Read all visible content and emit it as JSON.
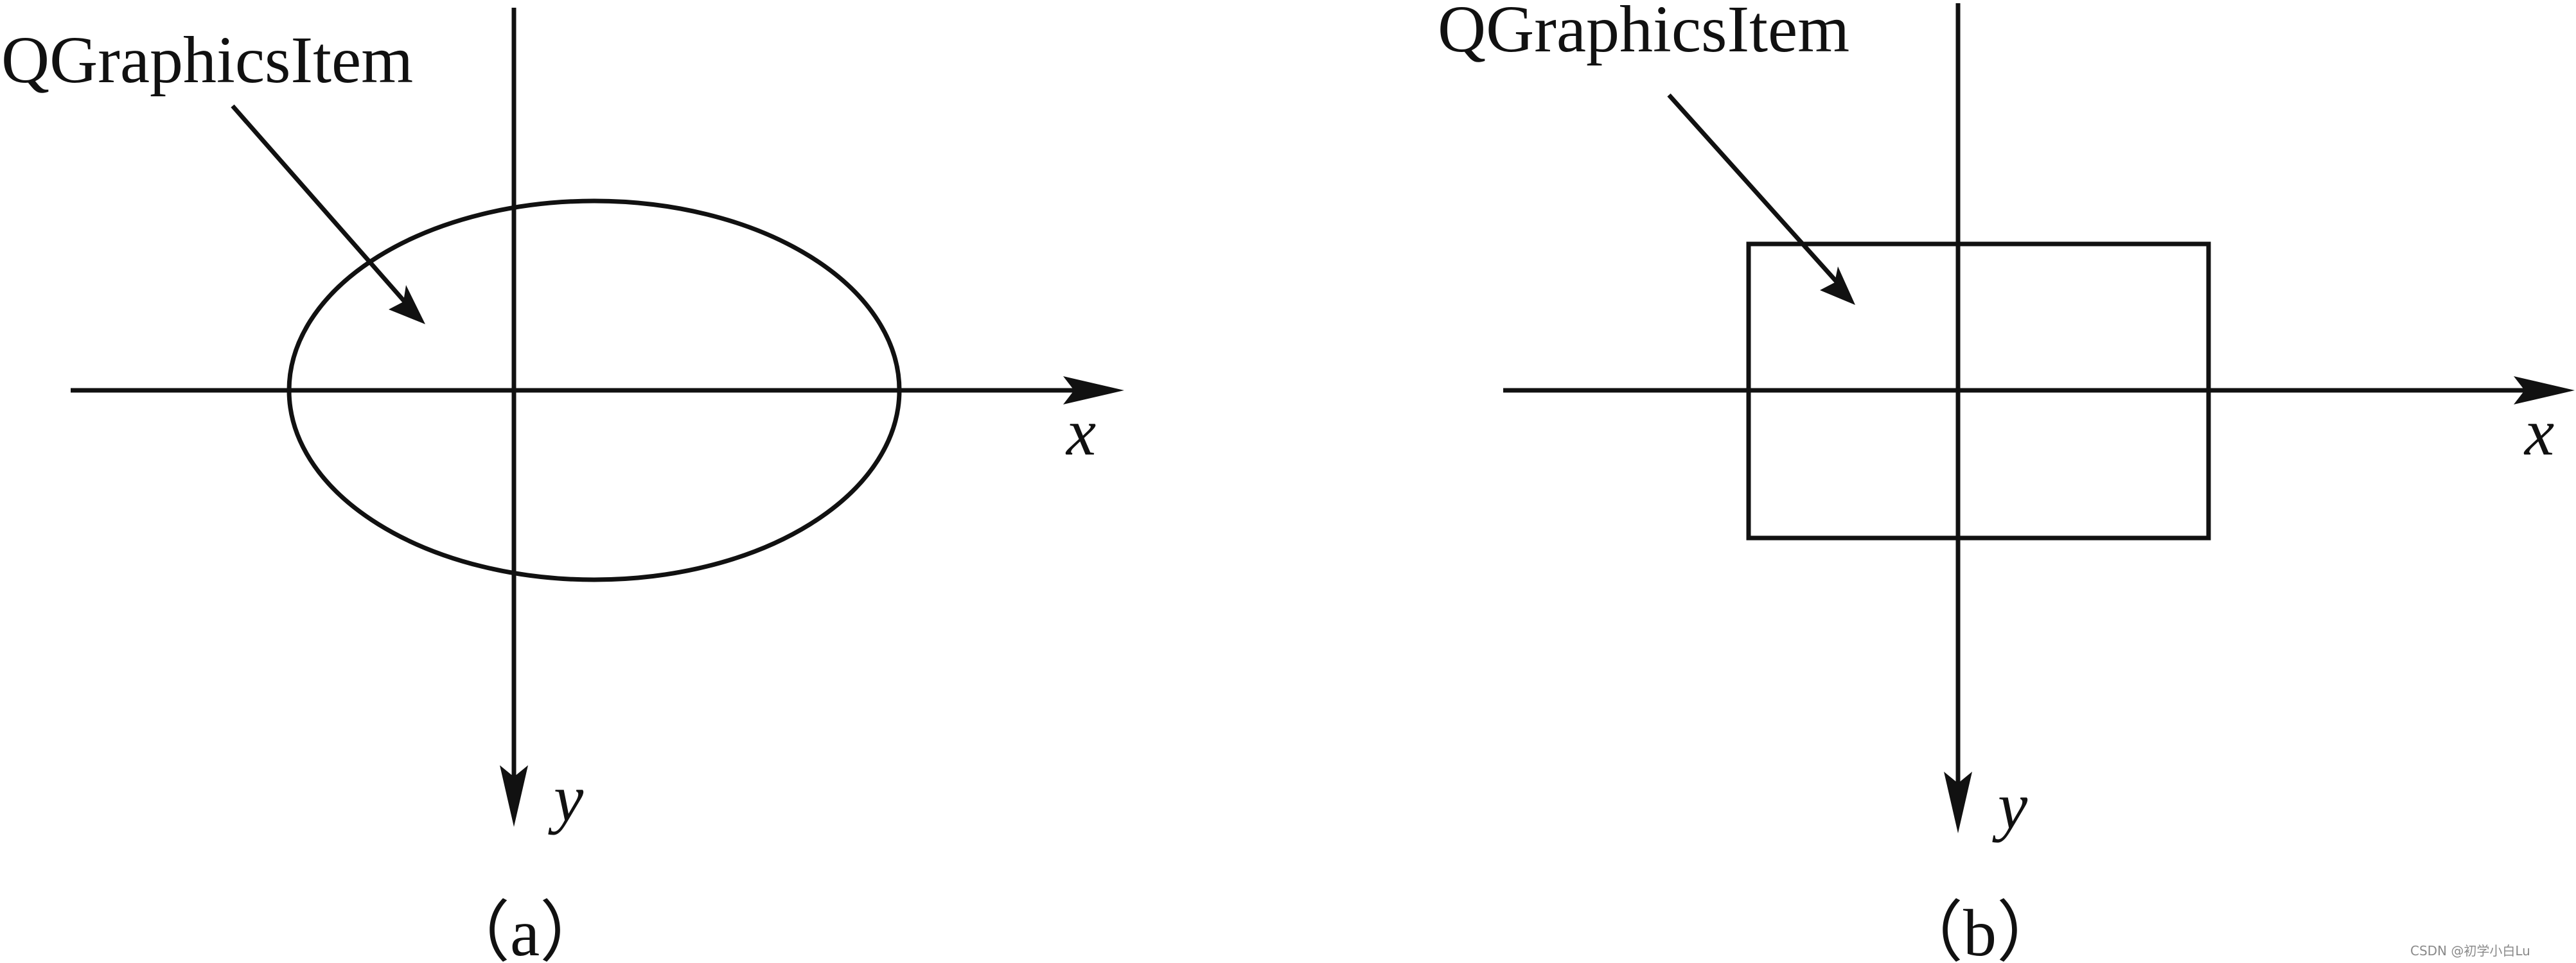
{
  "panels": [
    {
      "id": "a",
      "item_label": "QGraphicsItem",
      "shape": "ellipse",
      "x_axis_label": "x",
      "y_axis_label": "y",
      "caption": "（a）"
    },
    {
      "id": "b",
      "item_label": "QGraphicsItem",
      "shape": "rectangle",
      "x_axis_label": "x",
      "y_axis_label": "y",
      "caption": "（b）"
    }
  ],
  "watermark": "CSDN @初学小白Lu",
  "colors": {
    "line": "#111111",
    "background": "#ffffff",
    "watermark": "#8a8a8a"
  }
}
